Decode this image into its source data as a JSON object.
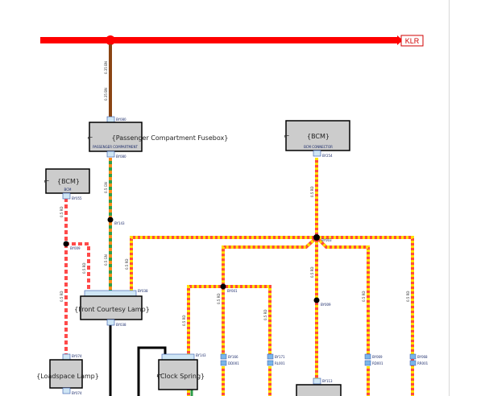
{
  "power_rail": {
    "label": "KLR",
    "color": "#ff0000"
  },
  "components": {
    "fusebox": {
      "name": "{Passenger Compartment Fusebox}",
      "sub_label": "PASSENGER COMPARTMENT",
      "conn_top": "BY080",
      "conn_bottom": "BY080"
    },
    "bcm_top": {
      "name": "{BCM}",
      "sub_label": "BCM CONNECTOR",
      "conn": "BY254"
    },
    "bcm_left": {
      "name": "{BCM}",
      "sub_label": "BCM",
      "conn": "BY055"
    },
    "front_courtesy": {
      "name": "{Front Courtesy Lamp}",
      "conn_top": "BY038",
      "conn_bottom": "BY038"
    },
    "loadspace": {
      "name": "{Loadspace Lamp}",
      "conn_top": "BY074",
      "conn_bottom": "BY074"
    },
    "clock_spring": {
      "name": "{Clock Spring}",
      "conn": "BY143"
    }
  },
  "splices": {
    "s1": "BY143",
    "s2": "BY009",
    "s3": "BY003",
    "s4": "BY001",
    "s5": "BY009"
  },
  "terminals": {
    "t1": {
      "top": "BY166",
      "bottom": "DD001"
    },
    "t2": {
      "top": "BY171",
      "bottom": "RL001"
    },
    "t3": {
      "top": "BY069",
      "bottom": "RD001"
    },
    "t4": {
      "top": "BY068",
      "bottom": "RR001"
    },
    "t5": "BY113"
  },
  "wire_colors": {
    "brown": "#8b4513",
    "green_orange": "#2e9e4a",
    "red_yellow": "#ff4a3d",
    "yellow": "#ffe000",
    "red_white": "#ff4a4a",
    "black": "#000000"
  }
}
